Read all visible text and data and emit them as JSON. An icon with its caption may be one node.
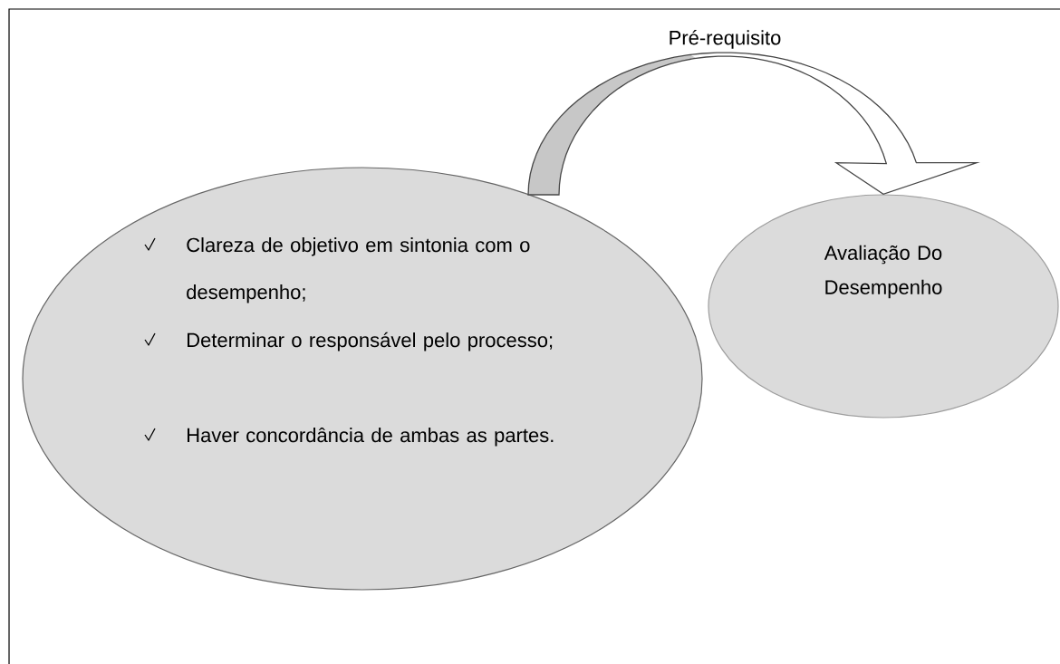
{
  "diagram": {
    "nodes": [
      {
        "text": [
          "Clareza de objetivo em sintonia com o desempenho;",
          "Determinar o responsável pelo processo;",
          "Haver concordância de ambas as partes."
        ]
      },
      {
        "text": [
          "Avaliação Do Desempenho"
        ]
      }
    ],
    "edges": [
      {
        "from": 0,
        "to": 1,
        "arrow": "to",
        "label": "Pré-requisito"
      }
    ]
  }
}
